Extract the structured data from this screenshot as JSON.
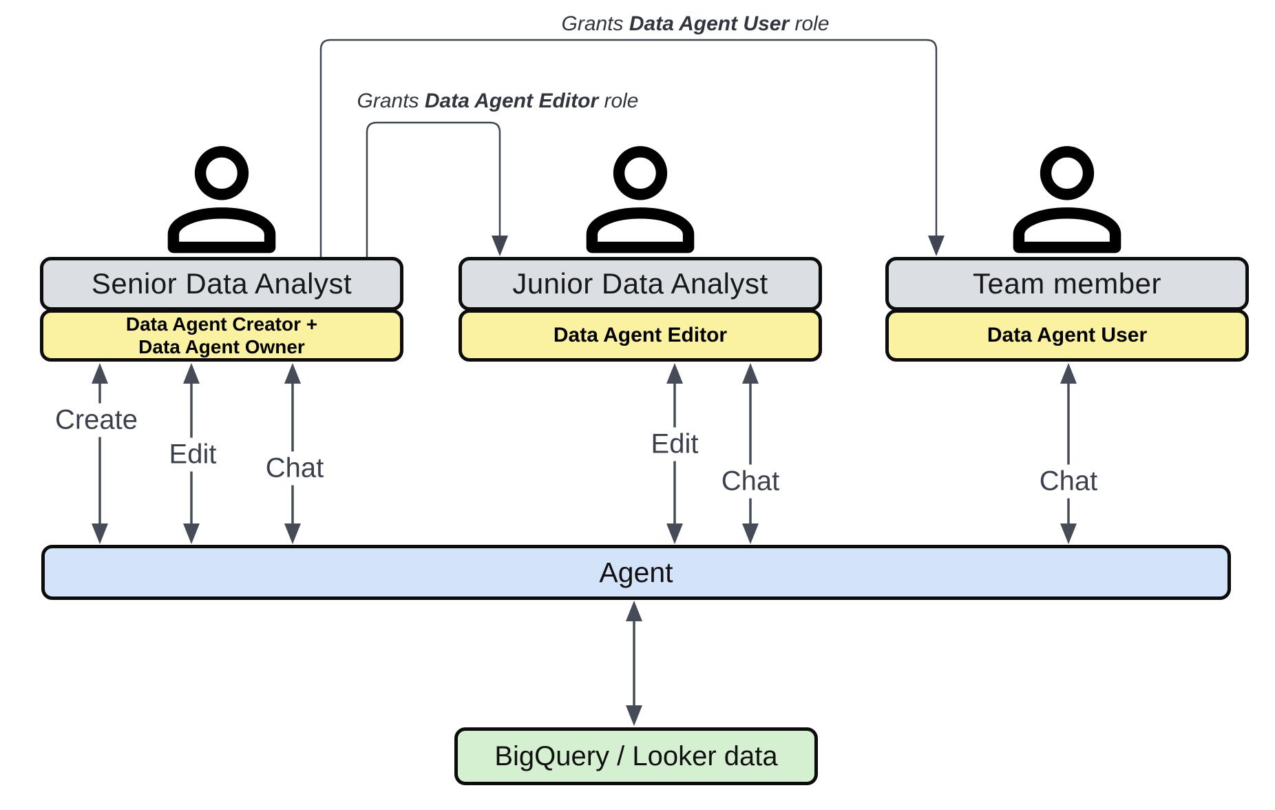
{
  "grants": [
    {
      "prefix": "Grants ",
      "bold": "Data Agent User",
      "suffix": " role"
    },
    {
      "prefix": "Grants ",
      "bold": "Data Agent Editor",
      "suffix": " role"
    }
  ],
  "actors": [
    {
      "title": "Senior Data Analyst",
      "role_lines": [
        "Data Agent Creator +",
        "Data Agent Owner"
      ],
      "actions": [
        "Create",
        "Edit",
        "Chat"
      ]
    },
    {
      "title": "Junior Data Analyst",
      "role_lines": [
        "Data Agent Editor"
      ],
      "actions": [
        "Edit",
        "Chat"
      ]
    },
    {
      "title": "Team member",
      "role_lines": [
        "Data Agent User"
      ],
      "actions": [
        "Chat"
      ]
    }
  ],
  "agent": {
    "label": "Agent"
  },
  "datasource": {
    "label": "BigQuery / Looker data"
  },
  "colors": {
    "title_box": "#DBDEE3",
    "role_box": "#FAF1A1",
    "agent_box": "#D3E3FA",
    "data_box": "#D4F0D0",
    "arrow": "#454B57",
    "connector": "#3F4651",
    "box_border": "#0C0C0C",
    "label_text": "#3B414C",
    "grant_text": "#31363E"
  }
}
